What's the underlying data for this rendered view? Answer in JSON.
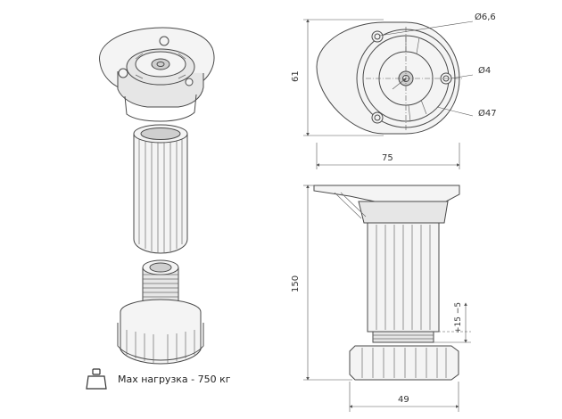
{
  "diagram": {
    "dimensions": {
      "height_top": "61",
      "width_top": "75",
      "hole_large": "Ø6,6",
      "hole_small": "Ø4",
      "circle": "Ø47",
      "height_total": "150",
      "adjust": "+15 −5",
      "base_width": "49"
    },
    "load_icon": "weight-icon",
    "load_label": "Мах нагрузка - 750 кг"
  }
}
